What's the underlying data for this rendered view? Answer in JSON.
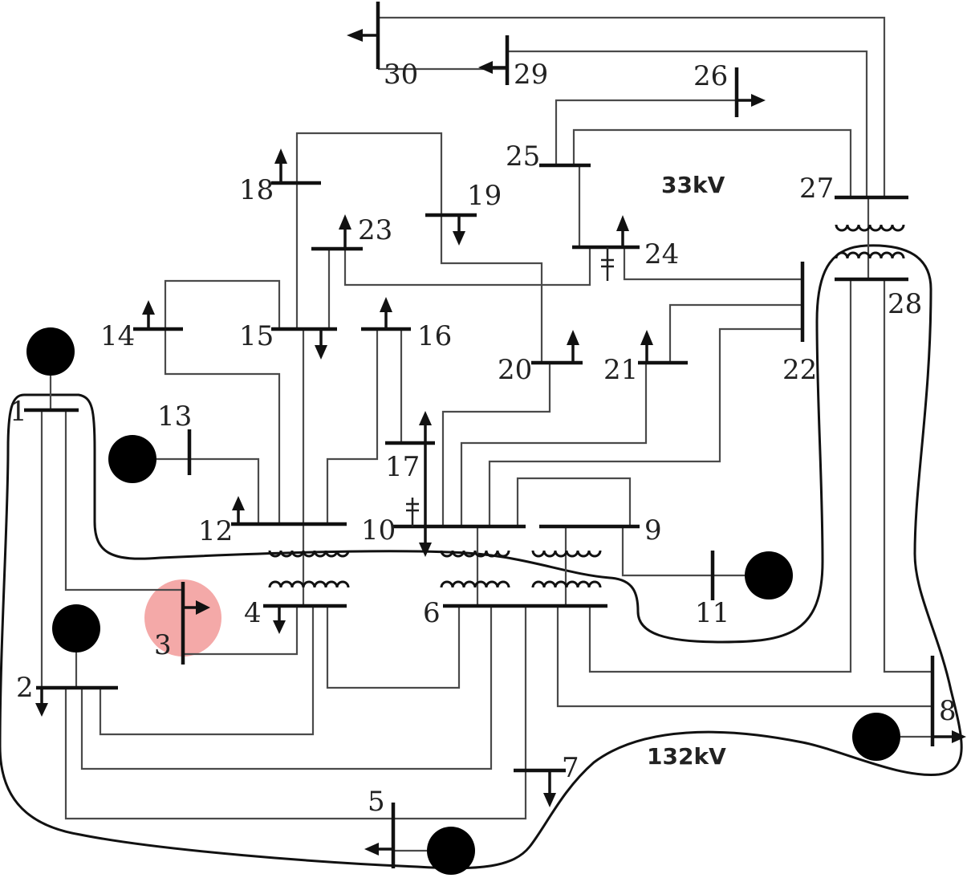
{
  "diagram": {
    "zone_labels": {
      "lv": "33kV",
      "hv": "132kV"
    },
    "bus_labels": [
      "1",
      "2",
      "3",
      "4",
      "5",
      "6",
      "7",
      "8",
      "9",
      "10",
      "11",
      "12",
      "13",
      "14",
      "15",
      "16",
      "17",
      "18",
      "19",
      "20",
      "21",
      "22",
      "23",
      "24",
      "25",
      "26",
      "27",
      "28",
      "29",
      "30"
    ],
    "highlight": {
      "bus": "3",
      "color": "#f4a9a8"
    },
    "generator_buses": [
      "1",
      "2",
      "5",
      "8",
      "11",
      "13"
    ],
    "load_buses": [
      "2",
      "3",
      "4",
      "5",
      "7",
      "8",
      "10",
      "12",
      "14",
      "15",
      "16",
      "17",
      "18",
      "19",
      "20",
      "21",
      "23",
      "24",
      "26",
      "29",
      "30"
    ],
    "capacitor_buses": [
      "10",
      "24"
    ]
  }
}
